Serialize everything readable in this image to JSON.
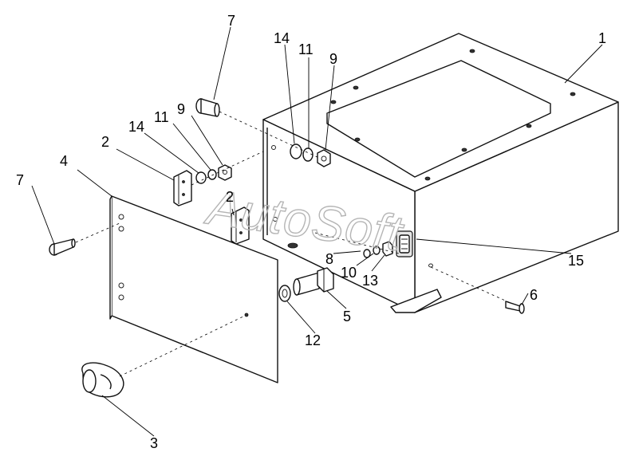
{
  "watermark": "AutoSoft",
  "callouts": {
    "housing": "1",
    "bracket_left": "2",
    "bracket_right": "2",
    "knob": "3",
    "cover_plate": "4",
    "bolt_large": "5",
    "screw_right": "6",
    "pin_left": "7",
    "pin_top": "7",
    "part_8": "8",
    "nut_top": "9",
    "nut_left": "9",
    "part_10": "10",
    "washer_top": "11",
    "washer_left": "11",
    "washer_large": "12",
    "part_13": "13",
    "washer_small_top": "14",
    "washer_small_left": "14",
    "connector": "15"
  }
}
